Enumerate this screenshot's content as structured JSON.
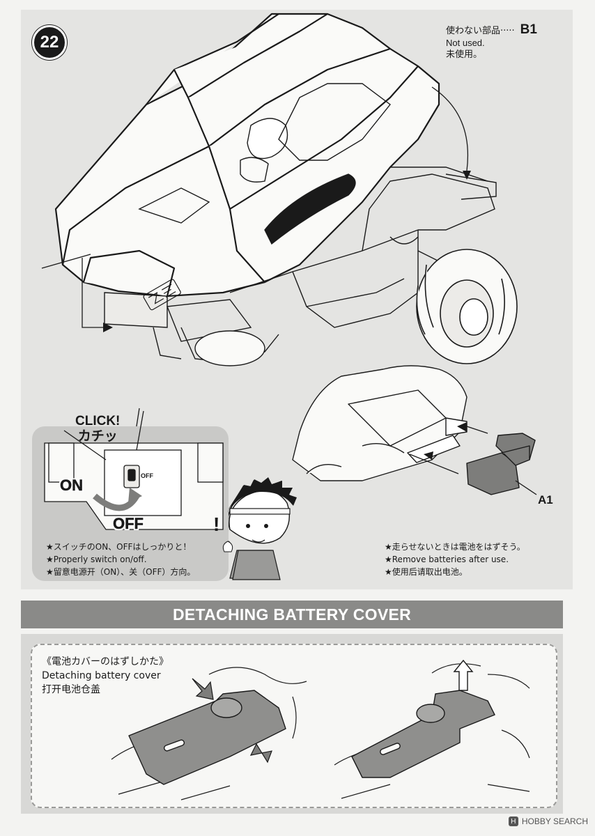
{
  "step": {
    "number": "22",
    "not_used_jp": "使わない部品·····",
    "not_used_part": "B1",
    "not_used_en": "Not used.",
    "not_used_cn": "未使用。"
  },
  "switch": {
    "click_en": "CLICK!",
    "click_jp": "カチッ",
    "on_label": "ON",
    "off_label": "OFF",
    "off_small": "OFF",
    "notes": [
      "★スイッチのON、OFFはしっかりと！",
      "★Properly switch on/off.",
      "★留意电源开（ON）、关（OFF）方向。"
    ]
  },
  "battery_notes": [
    "★走らせないときは電池をはずそう。",
    "★Remove batteries after use.",
    "★使用后请取出电池。"
  ],
  "part_label": "A1",
  "section": {
    "title": "DETACHING BATTERY COVER"
  },
  "detach": {
    "jp": "《電池カバーのはずしかた》",
    "en": "Detaching battery cover",
    "cn": "打开电池仓盖"
  },
  "watermark": {
    "text": "HOBBY SEARCH",
    "logo": "H"
  },
  "icons": [
    "step-number-badge",
    "direction-arrow-icon",
    "exclamation-icon",
    "up-arrow-icon"
  ],
  "colors": {
    "panel": "#e4e4e2",
    "section_bar": "#8a8a88",
    "badge": "#1a1a1a"
  }
}
